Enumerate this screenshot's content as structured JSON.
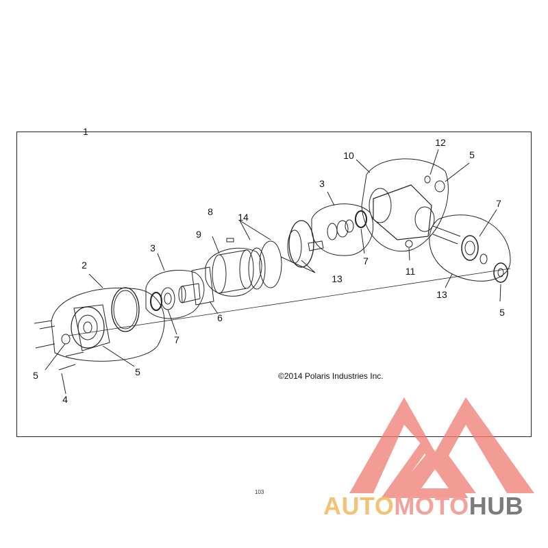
{
  "diagram": {
    "callouts": [
      {
        "id": "c1",
        "text": "1"
      },
      {
        "id": "c2",
        "text": "2"
      },
      {
        "id": "c3a",
        "text": "3"
      },
      {
        "id": "c3b",
        "text": "3"
      },
      {
        "id": "c4",
        "text": "4"
      },
      {
        "id": "c5a",
        "text": "5"
      },
      {
        "id": "c5b",
        "text": "5"
      },
      {
        "id": "c5c",
        "text": "5"
      },
      {
        "id": "c5d",
        "text": "5"
      },
      {
        "id": "c6",
        "text": "6"
      },
      {
        "id": "c7a",
        "text": "7"
      },
      {
        "id": "c7b",
        "text": "7"
      },
      {
        "id": "c7c",
        "text": "7"
      },
      {
        "id": "c8",
        "text": "8"
      },
      {
        "id": "c9",
        "text": "9"
      },
      {
        "id": "c10",
        "text": "10"
      },
      {
        "id": "c11",
        "text": "11"
      },
      {
        "id": "c12",
        "text": "12"
      },
      {
        "id": "c13a",
        "text": "13"
      },
      {
        "id": "c13b",
        "text": "13"
      },
      {
        "id": "c14",
        "text": "14"
      }
    ],
    "copyright": "©2014 Polaris Industries Inc.",
    "page_number": "103"
  },
  "watermark": {
    "brand_part1": "AUTO",
    "brand_part2": "MOTO",
    "brand_part3": "HUB",
    "colors": {
      "auto": "#f4c274",
      "moto": "#f5a19a",
      "hub": "#7b7b7b",
      "triangle": "#f07a72"
    }
  }
}
